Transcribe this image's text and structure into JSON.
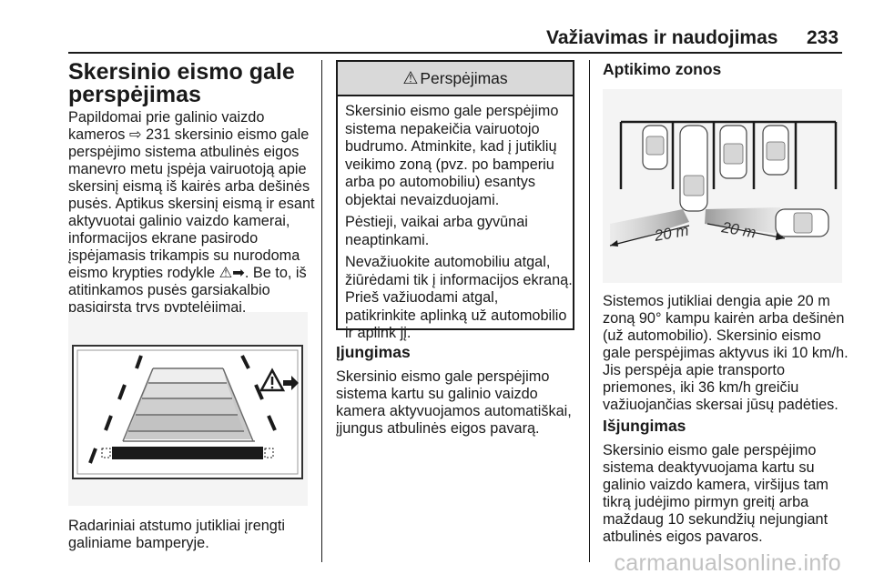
{
  "header": {
    "title": "Važiavimas ir naudojimas",
    "page_number": "233"
  },
  "col1": {
    "heading_lines": [
      "Skersinio eismo gale",
      "perspėjimas"
    ],
    "body_lines": [
      "Papildomai prie galinio vaizdo",
      "kameros ⇨ 231 skersinio eismo gale",
      "perspėjimo sistema atbulinės eigos",
      "manevro metu įspėja vairuotoją apie",
      "skersinį eismą iš kairės arba dešinės",
      "pusės. Aptikus skersinį eismą ir esant",
      "aktyvuotai galinio vaizdo kamerai,",
      "informacijos ekrane pasirodo",
      "įspėjamasis trikampis su nurodoma",
      "eismo krypties rodykle ⚠➡. Be to, iš",
      "atitinkamos pusės garsiakalbio",
      "pasigirsta trys pyptelėjimai."
    ],
    "caption_lines": [
      "Radariniai atstumo jutikliai įrengti",
      "galiniame bamperyje."
    ]
  },
  "warning": {
    "icon": "⚠",
    "title": "Perspėjimas",
    "paragraphs": [
      [
        "Skersinio eismo gale perspėjimo",
        "sistema nepakeičia vairuotojo",
        "budrumo. Atminkite, kad į jutiklių",
        "veikimo zoną (pvz. po bamperiu",
        "arba po automobiliu) esantys",
        "objektai nevaizduojami."
      ],
      [
        "Pėstieji, vaikai arba gyvūnai",
        "neaptinkami."
      ],
      [
        "Nevažiuokite automobiliu atgal,",
        "žiūrėdami tik į informacijos ekraną.",
        "Prieš važiuodami atgal,",
        "patikrinkite aplinką už automobilio",
        "ir aplink jį."
      ]
    ]
  },
  "col2": {
    "heading": "Įjungimas",
    "body_lines": [
      "Skersinio eismo gale perspėjimo",
      "sistema kartu su galinio vaizdo",
      "kamera aktyvuojamos automatiškai,",
      "įjungus atbulinės eigos pavarą."
    ]
  },
  "col3": {
    "heading": "Aptikimo zonos",
    "zone_labels": [
      "20 m",
      "20 m"
    ],
    "body_lines": [
      "Sistemos jutikliai dengia apie 20 m",
      "zoną 90° kampu kairėn arba dešinėn",
      "(už automobilio). Skersinio eismo",
      "gale perspėjimas aktyvus iki 10 km/h.",
      "Jis perspėja apie transporto",
      "priemones, iki 36 km/h greičiu",
      "važiuojančias skersai jūsų padėties."
    ],
    "off_heading": "Išjungimas",
    "off_body_lines": [
      "Skersinio eismo gale perspėjimo",
      "sistema deaktyvuojama kartu su",
      "galinio vaizdo kamera, viršijus tam",
      "tikrą judėjimo pirmyn greitį arba",
      "maždaug 10 sekundžių nejungiant",
      "atbulinės eigos pavaros."
    ]
  },
  "watermark": "carmanualsonline.info"
}
